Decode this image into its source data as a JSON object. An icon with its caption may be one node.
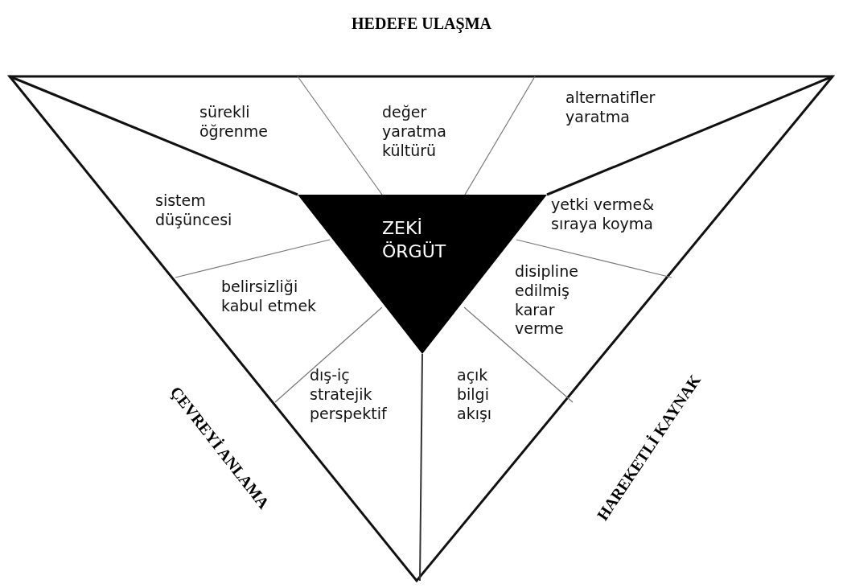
{
  "diagram": {
    "title": "HEDEFE ULAŞMA",
    "nodes": [
      {
        "text": [
          "ZEKİ ÖRGÜT"
        ]
      }
    ],
    "edges": [],
    "labels": [
      "sürekli öğrenme",
      "değer yaratma kültürü",
      "alternatifler yaratma",
      "sistem düşüncesi",
      "yetki verme& sıraya koyma",
      "belirsizliği kabul etmek",
      "disipline edilmiş karar verme",
      "dış-iç stratejik perspektif",
      "açık bilgi akışı",
      "ÇEVREYİ ANLAMA",
      "HAREKETLİ KAYNAK"
    ]
  }
}
